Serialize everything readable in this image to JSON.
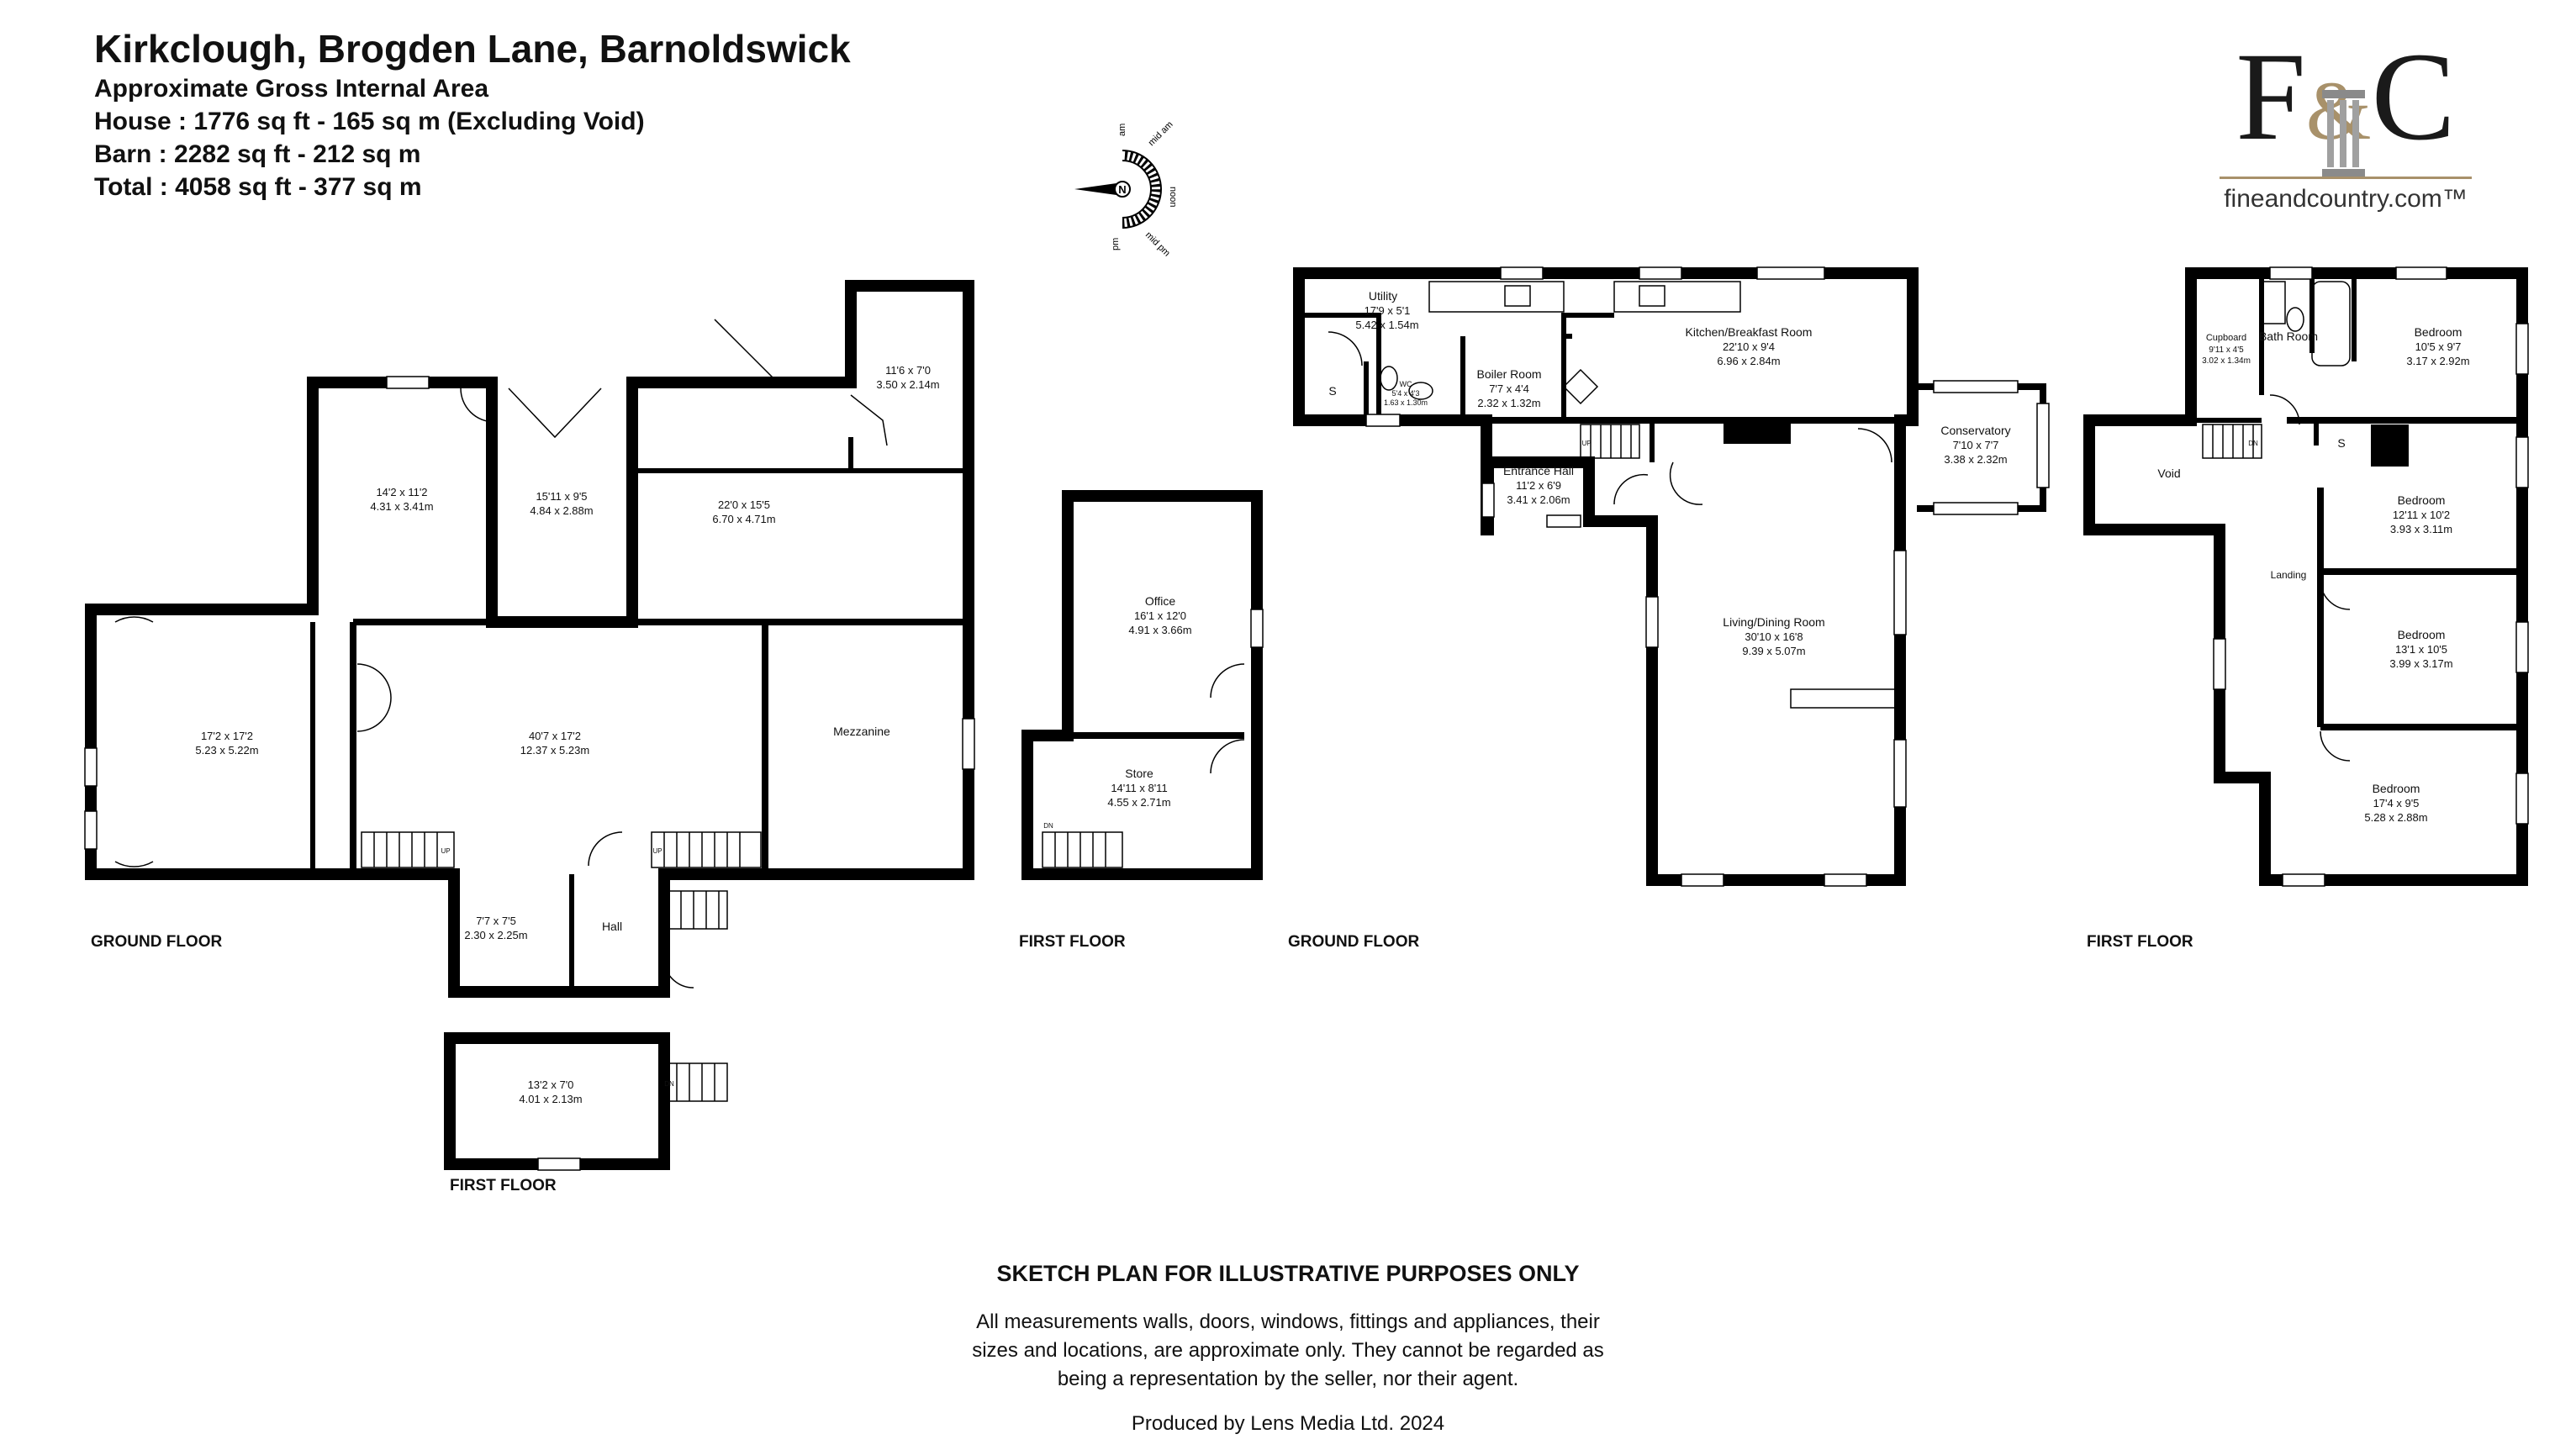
{
  "header": {
    "title": "Kirkclough, Brogden Lane, Barnoldswick",
    "lines": [
      "Approximate Gross Internal Area",
      "House : 1776 sq ft - 165 sq m (Excluding Void)",
      "Barn : 2282 sq ft - 212 sq m",
      "Total : 4058 sq ft - 377 sq m"
    ]
  },
  "logo": {
    "letters_left": "F",
    "ampersand": "&",
    "letters_right": "C",
    "url": "fineandcountry.com™"
  },
  "compass": {
    "north": "N",
    "labels": [
      "am",
      "mid am",
      "noon",
      "mid pm",
      "pm"
    ]
  },
  "barn_ground": {
    "floor_label": "GROUND FLOOR",
    "rooms": {
      "r1": {
        "name": "",
        "dim1": "17'2 x 17'2",
        "dim2": "5.23 x 5.22m"
      },
      "r2": {
        "name": "",
        "dim1": "14'2 x 11'2",
        "dim2": "4.31 x 3.41m"
      },
      "r3": {
        "name": "",
        "dim1": "15'11 x 9'5",
        "dim2": "4.84 x 2.88m"
      },
      "r4": {
        "name": "",
        "dim1": "22'0 x 15'5",
        "dim2": "6.70 x 4.71m"
      },
      "r5": {
        "name": "",
        "dim1": "11'6 x 7'0",
        "dim2": "3.50 x 2.14m"
      },
      "r6": {
        "name": "",
        "dim1": "40'7 x 17'2",
        "dim2": "12.37 x 5.23m"
      },
      "mezz": {
        "name": "Mezzanine"
      },
      "r7": {
        "name": "",
        "dim1": "7'7 x 7'5",
        "dim2": "2.30 x 2.25m"
      },
      "hall": {
        "name": "Hall"
      }
    },
    "up": "UP"
  },
  "barn_annex": {
    "floor_label": "FIRST FLOOR",
    "room": {
      "dim1": "13'2 x 7'0",
      "dim2": "4.01 x 2.13m"
    },
    "dn": "DN"
  },
  "barn_first": {
    "floor_label": "FIRST FLOOR",
    "office": {
      "name": "Office",
      "dim1": "16'1 x 12'0",
      "dim2": "4.91 x 3.66m"
    },
    "store": {
      "name": "Store",
      "dim1": "14'11 x 8'11",
      "dim2": "4.55 x 2.71m"
    },
    "dn": "DN"
  },
  "house_ground": {
    "floor_label": "GROUND FLOOR",
    "utility": {
      "name": "Utility",
      "dim1": "17'9 x 5'1",
      "dim2": "5.42 x 1.54m"
    },
    "s": "S",
    "wc": {
      "name": "WC",
      "dim1": "5'4 x 4'3",
      "dim2": "1.63 x 1.30m"
    },
    "boiler": {
      "name": "Boiler Room",
      "dim1": "7'7 x 4'4",
      "dim2": "2.32 x 1.32m"
    },
    "kitchen": {
      "name": "Kitchen/Breakfast Room",
      "dim1": "22'10 x 9'4",
      "dim2": "6.96 x 2.84m"
    },
    "entrance": {
      "name": "Entrance Hall",
      "dim1": "11'2 x 6'9",
      "dim2": "3.41 x 2.06m"
    },
    "conservatory": {
      "name": "Conservatory",
      "dim1": "7'10 x 7'7",
      "dim2": "3.38 x 2.32m"
    },
    "living": {
      "name": "Living/Dining Room",
      "dim1": "30'10 x 16'8",
      "dim2": "9.39 x 5.07m"
    },
    "up": "UP"
  },
  "house_first": {
    "floor_label": "FIRST FLOOR",
    "cupboard": {
      "name": "Cupboard",
      "dim1": "9'11 x 4'5",
      "dim2": "3.02 x 1.34m"
    },
    "bath": {
      "name": "Bath Room"
    },
    "bed1": {
      "name": "Bedroom",
      "dim1": "10'5 x 9'7",
      "dim2": "3.17 x 2.92m"
    },
    "void": {
      "name": "Void"
    },
    "s": "S",
    "bed2": {
      "name": "Bedroom",
      "dim1": "12'11 x 10'2",
      "dim2": "3.93 x 3.11m"
    },
    "landing": {
      "name": "Landing"
    },
    "bed3": {
      "name": "Bedroom",
      "dim1": "13'1 x 10'5",
      "dim2": "3.99 x 3.17m"
    },
    "bed4": {
      "name": "Bedroom",
      "dim1": "17'4 x 9'5",
      "dim2": "5.28 x 2.88m"
    },
    "dn": "DN"
  },
  "footer": {
    "heading": "SKETCH PLAN FOR ILLUSTRATIVE PURPOSES ONLY",
    "disclaimer": [
      "All measurements walls, doors, windows, fittings and appliances, their",
      "sizes and locations, are approximate only. They cannot be regarded as",
      "being a representation by the seller, nor their agent."
    ],
    "credit": "Produced by Lens Media Ltd. 2024"
  }
}
